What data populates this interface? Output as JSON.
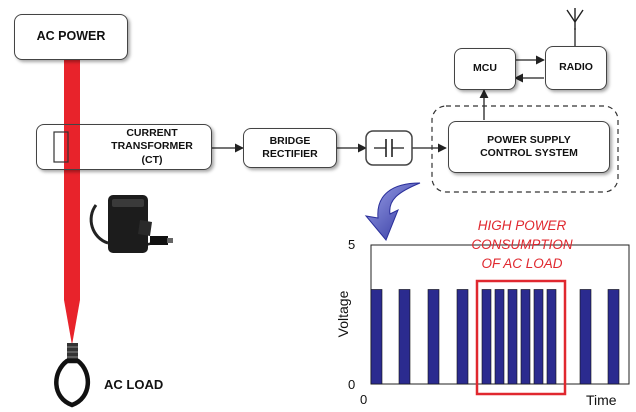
{
  "blocks": {
    "ac_power": "AC POWER",
    "current_transformer": "CURRENT TRANSFORMER (CT)",
    "bridge_rectifier": "BRIDGE RECTIFIER",
    "power_supply_control": "POWER SUPPLY CONTROL SYSTEM",
    "mcu": "MCU",
    "radio": "RADIO",
    "ac_load": "AC LOAD"
  },
  "annotation": {
    "line1": "HIGH POWER",
    "line2": "CONSUMPTION",
    "line3": "OF AC LOAD",
    "color": "#e0282f"
  },
  "colors": {
    "power_line": "#e8232b",
    "pulse": "#2b2b8f",
    "arrow_blue": "#3a3fb0"
  },
  "icons": {
    "antenna": "antenna-icon",
    "lightbulb": "lightbulb-icon",
    "ct_clamp": "ct-clamp-photo",
    "capacitor": "capacitor-symbol"
  },
  "chart_data": {
    "type": "bar",
    "xlabel": "Time",
    "ylabel": "Voltage",
    "ylim": [
      0,
      5
    ],
    "yticks": [
      "0",
      "5"
    ],
    "xticks": [
      "0"
    ],
    "pulse_level": 3.4,
    "pulse_groups": [
      "regular",
      "regular",
      "regular",
      "regular",
      "dense",
      "regular",
      "regular"
    ]
  }
}
